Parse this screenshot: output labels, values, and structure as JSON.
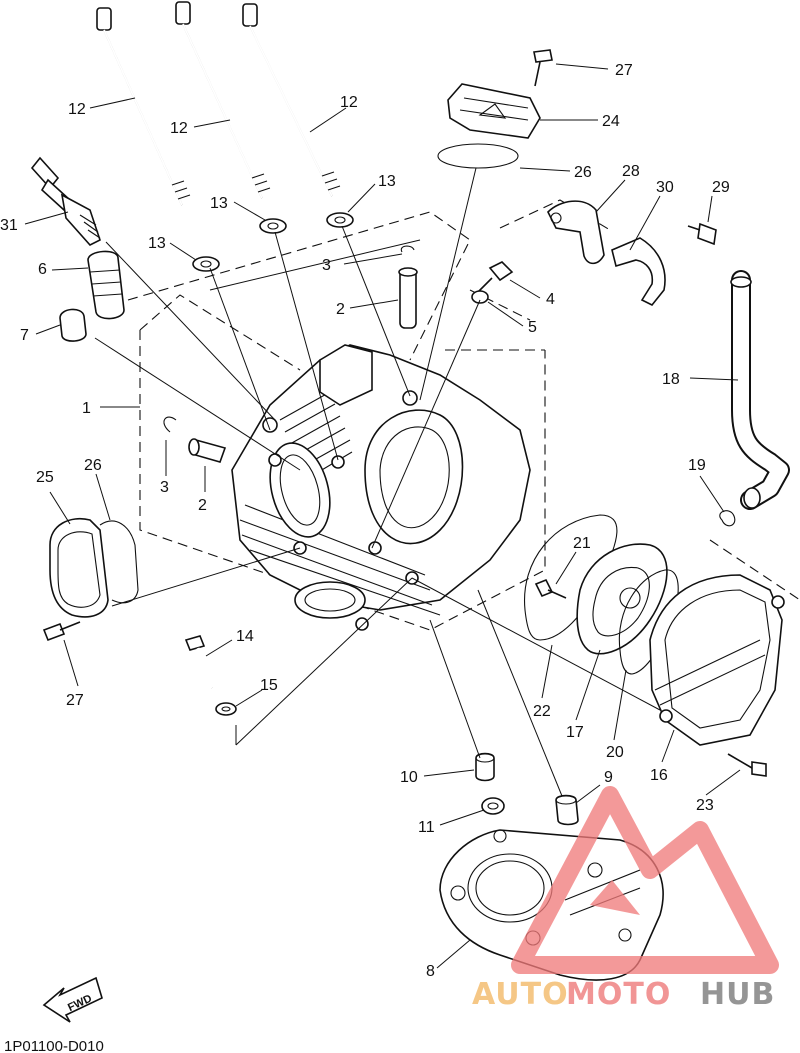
{
  "diagram": {
    "reference_code": "1P01100-D010",
    "fwd_label": "FWD",
    "watermark": {
      "part1": "AUTO",
      "part2": "MOTO",
      "part3": "HUB",
      "colors": {
        "auto": "#f5c27a",
        "moto": "#f08a8a",
        "hub": "#8a8a8a",
        "logo": "#f07a7a"
      }
    },
    "callouts": [
      {
        "id": "c27a",
        "label": "27"
      },
      {
        "id": "c24",
        "label": "24"
      },
      {
        "id": "c26a",
        "label": "26"
      },
      {
        "id": "c12a",
        "label": "12"
      },
      {
        "id": "c12b",
        "label": "12"
      },
      {
        "id": "c12c",
        "label": "12"
      },
      {
        "id": "c28",
        "label": "28"
      },
      {
        "id": "c30",
        "label": "30"
      },
      {
        "id": "c29",
        "label": "29"
      },
      {
        "id": "c13a",
        "label": "13"
      },
      {
        "id": "c13b",
        "label": "13"
      },
      {
        "id": "c13c",
        "label": "13"
      },
      {
        "id": "c31",
        "label": "31"
      },
      {
        "id": "c3a",
        "label": "3"
      },
      {
        "id": "c6",
        "label": "6"
      },
      {
        "id": "c4",
        "label": "4"
      },
      {
        "id": "c2a",
        "label": "2"
      },
      {
        "id": "c5",
        "label": "5"
      },
      {
        "id": "c7",
        "label": "7"
      },
      {
        "id": "c18",
        "label": "18"
      },
      {
        "id": "c1",
        "label": "1"
      },
      {
        "id": "c3b",
        "label": "3"
      },
      {
        "id": "c2b",
        "label": "2"
      },
      {
        "id": "c19",
        "label": "19"
      },
      {
        "id": "c25",
        "label": "25"
      },
      {
        "id": "c26b",
        "label": "26"
      },
      {
        "id": "c21",
        "label": "21"
      },
      {
        "id": "c14",
        "label": "14"
      },
      {
        "id": "c15",
        "label": "15"
      },
      {
        "id": "c27b",
        "label": "27"
      },
      {
        "id": "c22",
        "label": "22"
      },
      {
        "id": "c17",
        "label": "17"
      },
      {
        "id": "c20",
        "label": "20"
      },
      {
        "id": "c16",
        "label": "16"
      },
      {
        "id": "c10",
        "label": "10"
      },
      {
        "id": "c9",
        "label": "9"
      },
      {
        "id": "c23",
        "label": "23"
      },
      {
        "id": "c11",
        "label": "11"
      },
      {
        "id": "c8",
        "label": "8"
      }
    ]
  }
}
